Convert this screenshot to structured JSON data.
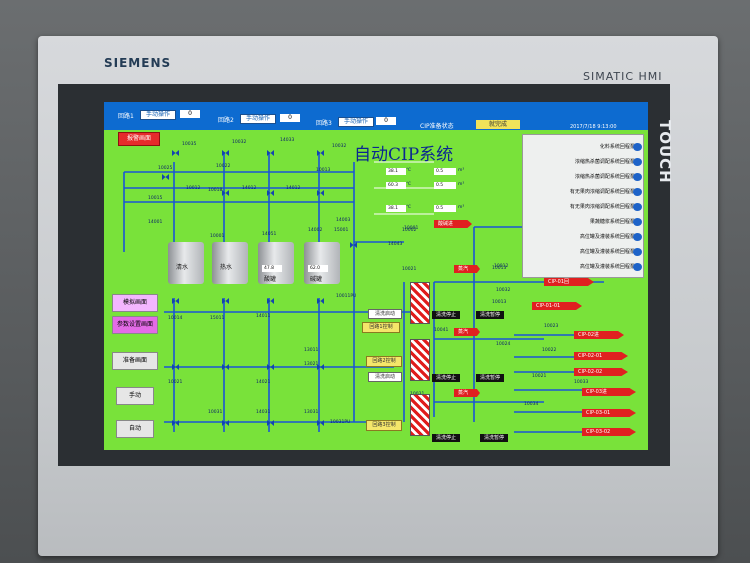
{
  "device": {
    "brand": "SIEMENS",
    "model": "SIMATIC HMI",
    "touch": "TOUCH"
  },
  "topbar": {
    "loops": [
      {
        "label": "回路1",
        "mode": "手动操作",
        "value": "0"
      },
      {
        "label": "回路2",
        "mode": "手动操作",
        "value": "0"
      },
      {
        "label": "回路3",
        "mode": "手动操作",
        "value": "0"
      }
    ],
    "status_label": "CIP准备状态",
    "status_value": "就完成",
    "datetime": "2017/7/18 9:13:00"
  },
  "title": "自动CIP系统",
  "alarm_button": "报警画面",
  "programs": [
    "化料系统回程泵1",
    "浓缩热杀菌调配系统回程泵2",
    "浓缩热杀菌调配系统回程泵3",
    "有无果肉浓缩调配系统回程泵4",
    "有无果肉浓缩调配系统回程泵5",
    "果蔬糖浆系统回程泵6",
    "高位罐及灌装系统回程泵7",
    "高位罐及灌装系统回程泵8",
    "高位罐及灌装系统回程泵9"
  ],
  "side_buttons": [
    "模拟画面",
    "参数设置画面",
    "准备画面",
    "手动",
    "自动"
  ],
  "tanks": [
    {
      "name": "清水",
      "value": ""
    },
    {
      "name": "热水",
      "value": ""
    },
    {
      "name": "酸罐",
      "value": "47.8"
    },
    {
      "name": "碱罐",
      "value": "62.0"
    }
  ],
  "readings": [
    {
      "temp": "38.1",
      "unit": "℃",
      "value": "0.5",
      "vunit": "m³"
    },
    {
      "temp": "60.3",
      "unit": "℃",
      "value": "0.5",
      "vunit": "m³"
    },
    {
      "temp": "38.1",
      "unit": "℃",
      "value": "0.5",
      "vunit": "m³"
    }
  ],
  "tags": [
    "10035",
    "10032",
    "14033",
    "10032",
    "10025",
    "10012",
    "14012",
    "10013",
    "14012",
    "10022",
    "10015",
    "10018",
    "14001",
    "10001",
    "14051",
    "14002",
    "14003",
    "15001",
    "14043",
    "10011PU",
    "10021",
    "10013",
    "10001",
    "10014",
    "14011",
    "15011",
    "13011",
    "13021",
    "10021",
    "14021",
    "13031",
    "10031",
    "14031",
    "10031PU",
    "10002",
    "10012",
    "10013",
    "10032",
    "10023",
    "10041",
    "10022",
    "10021",
    "10033",
    "10024",
    "10031",
    "10034"
  ],
  "loop_controls": [
    "回路1控制",
    "回路2控制",
    "回路3控制"
  ],
  "flush_start": "清洗启动",
  "flush_stop": "清洗停止",
  "flush_pause": "清洗暂停",
  "steam": "蒸汽",
  "outlets": [
    "酸碱进",
    "CIP-01回",
    "CIP-01-01",
    "CIP-02进",
    "CIP-02-01",
    "CIP-02-02",
    "CIP-03进",
    "CIP-03-01",
    "CIP-03-02"
  ],
  "colors": {
    "screen": "#79e23a",
    "topbar": "#0d6bd0",
    "pipe": "#1b55d6",
    "alarm": "#e62b2b"
  }
}
